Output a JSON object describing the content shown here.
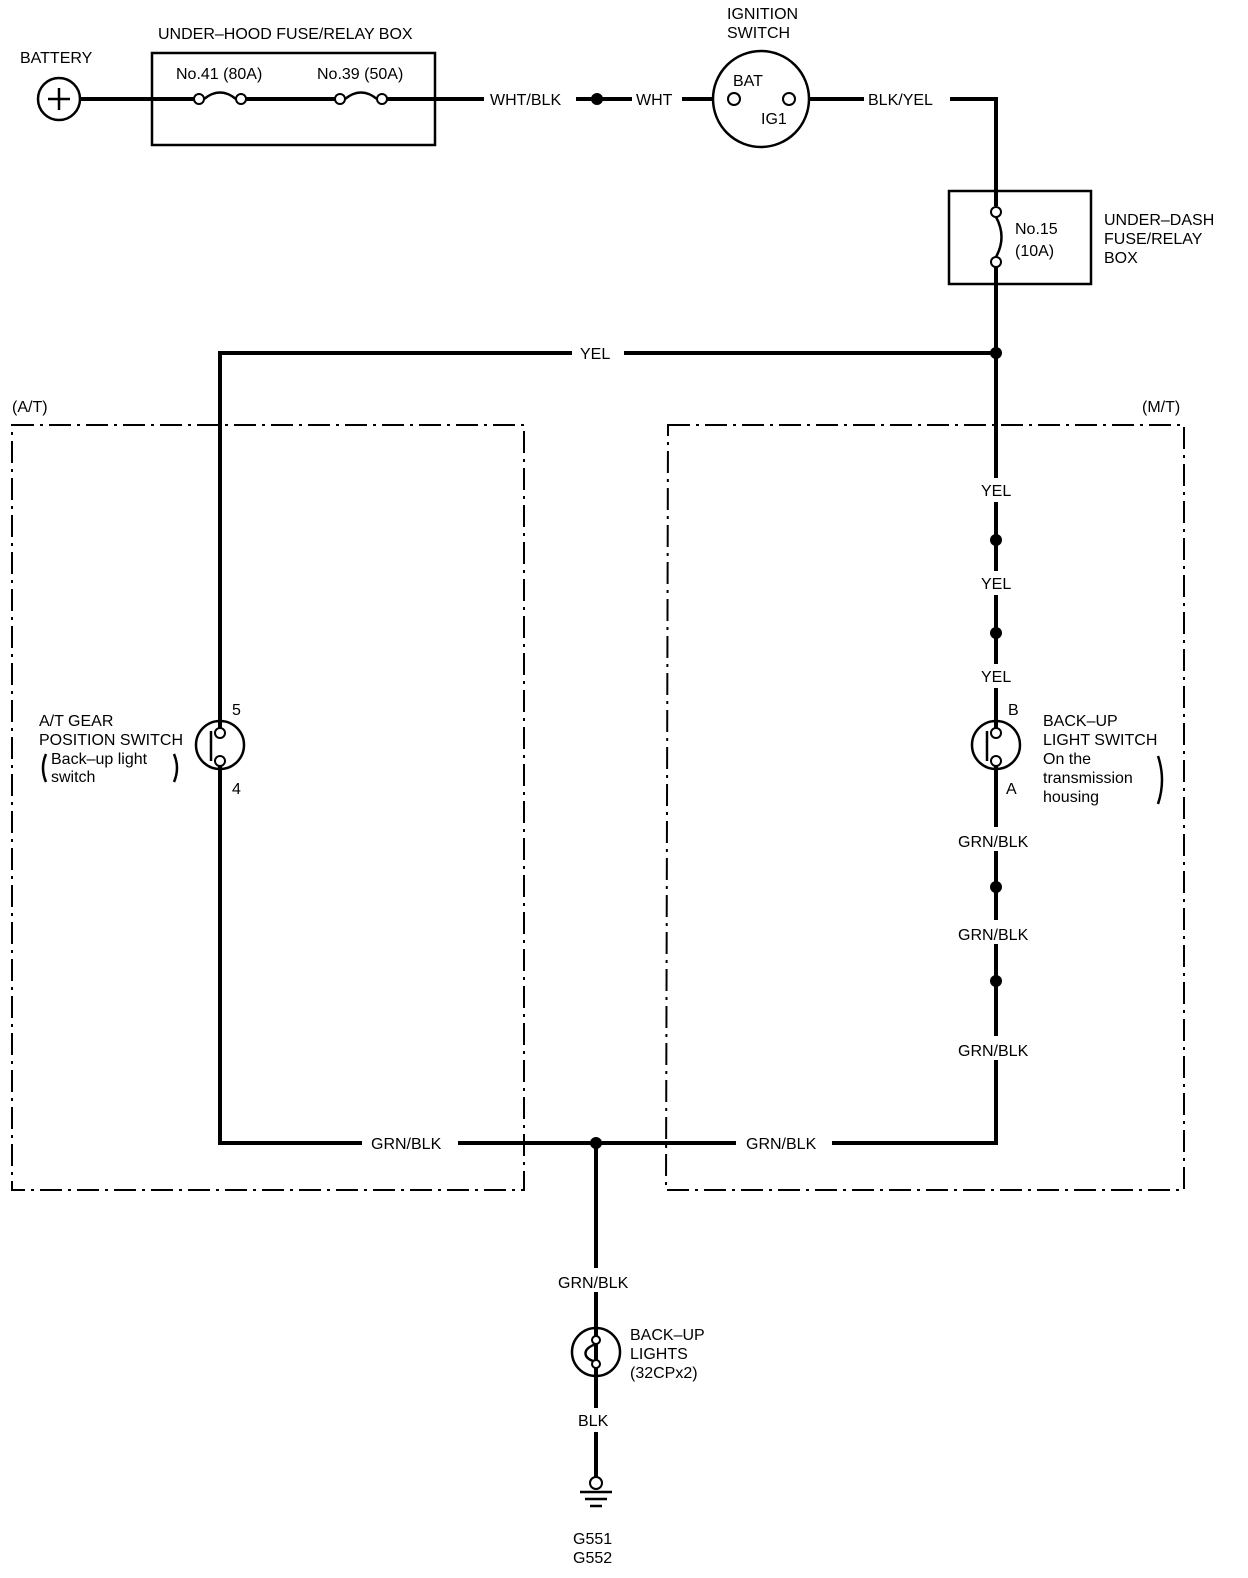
{
  "colors": {
    "ink": "#000000",
    "paper": "#ffffff"
  },
  "battery": {
    "label": "BATTERY",
    "symbol": "plus-icon"
  },
  "underhood_box": {
    "title": "UNDER–HOOD FUSE/RELAY BOX",
    "fuse_a": "No.41 (80A)",
    "fuse_b": "No.39 (50A)"
  },
  "ignition_switch": {
    "title_line1": "IGNITION",
    "title_line2": "SWITCH",
    "bat": "BAT",
    "ig1": "IG1"
  },
  "underdash_box": {
    "title_line1": "UNDER–DASH",
    "title_line2": "FUSE/RELAY",
    "title_line3": "BOX",
    "fuse_line1": "No.15",
    "fuse_line2": "(10A)"
  },
  "wires": {
    "wht_blk": "WHT/BLK",
    "wht": "WHT",
    "blk_yel": "BLK/YEL",
    "yel": "YEL",
    "grn_blk": "GRN/BLK",
    "blk": "BLK"
  },
  "at_section": {
    "label": "(A/T)",
    "switch_line1": "A/T GEAR",
    "switch_line2": "POSITION SWITCH",
    "note_line1": "Back–up light",
    "note_line2": "switch",
    "pin_top": "5",
    "pin_bottom": "4"
  },
  "mt_section": {
    "label": "(M/T)",
    "switch_line1": "BACK–UP",
    "switch_line2": "LIGHT SWITCH",
    "note_line1": "On the",
    "note_line2": "transmission",
    "note_line3": "housing",
    "pin_top": "B",
    "pin_bottom": "A"
  },
  "backup_lights": {
    "line1": "BACK–UP",
    "line2": "LIGHTS",
    "line3": "(32CPx2)"
  },
  "ground": {
    "line1": "G551",
    "line2": "G552"
  }
}
